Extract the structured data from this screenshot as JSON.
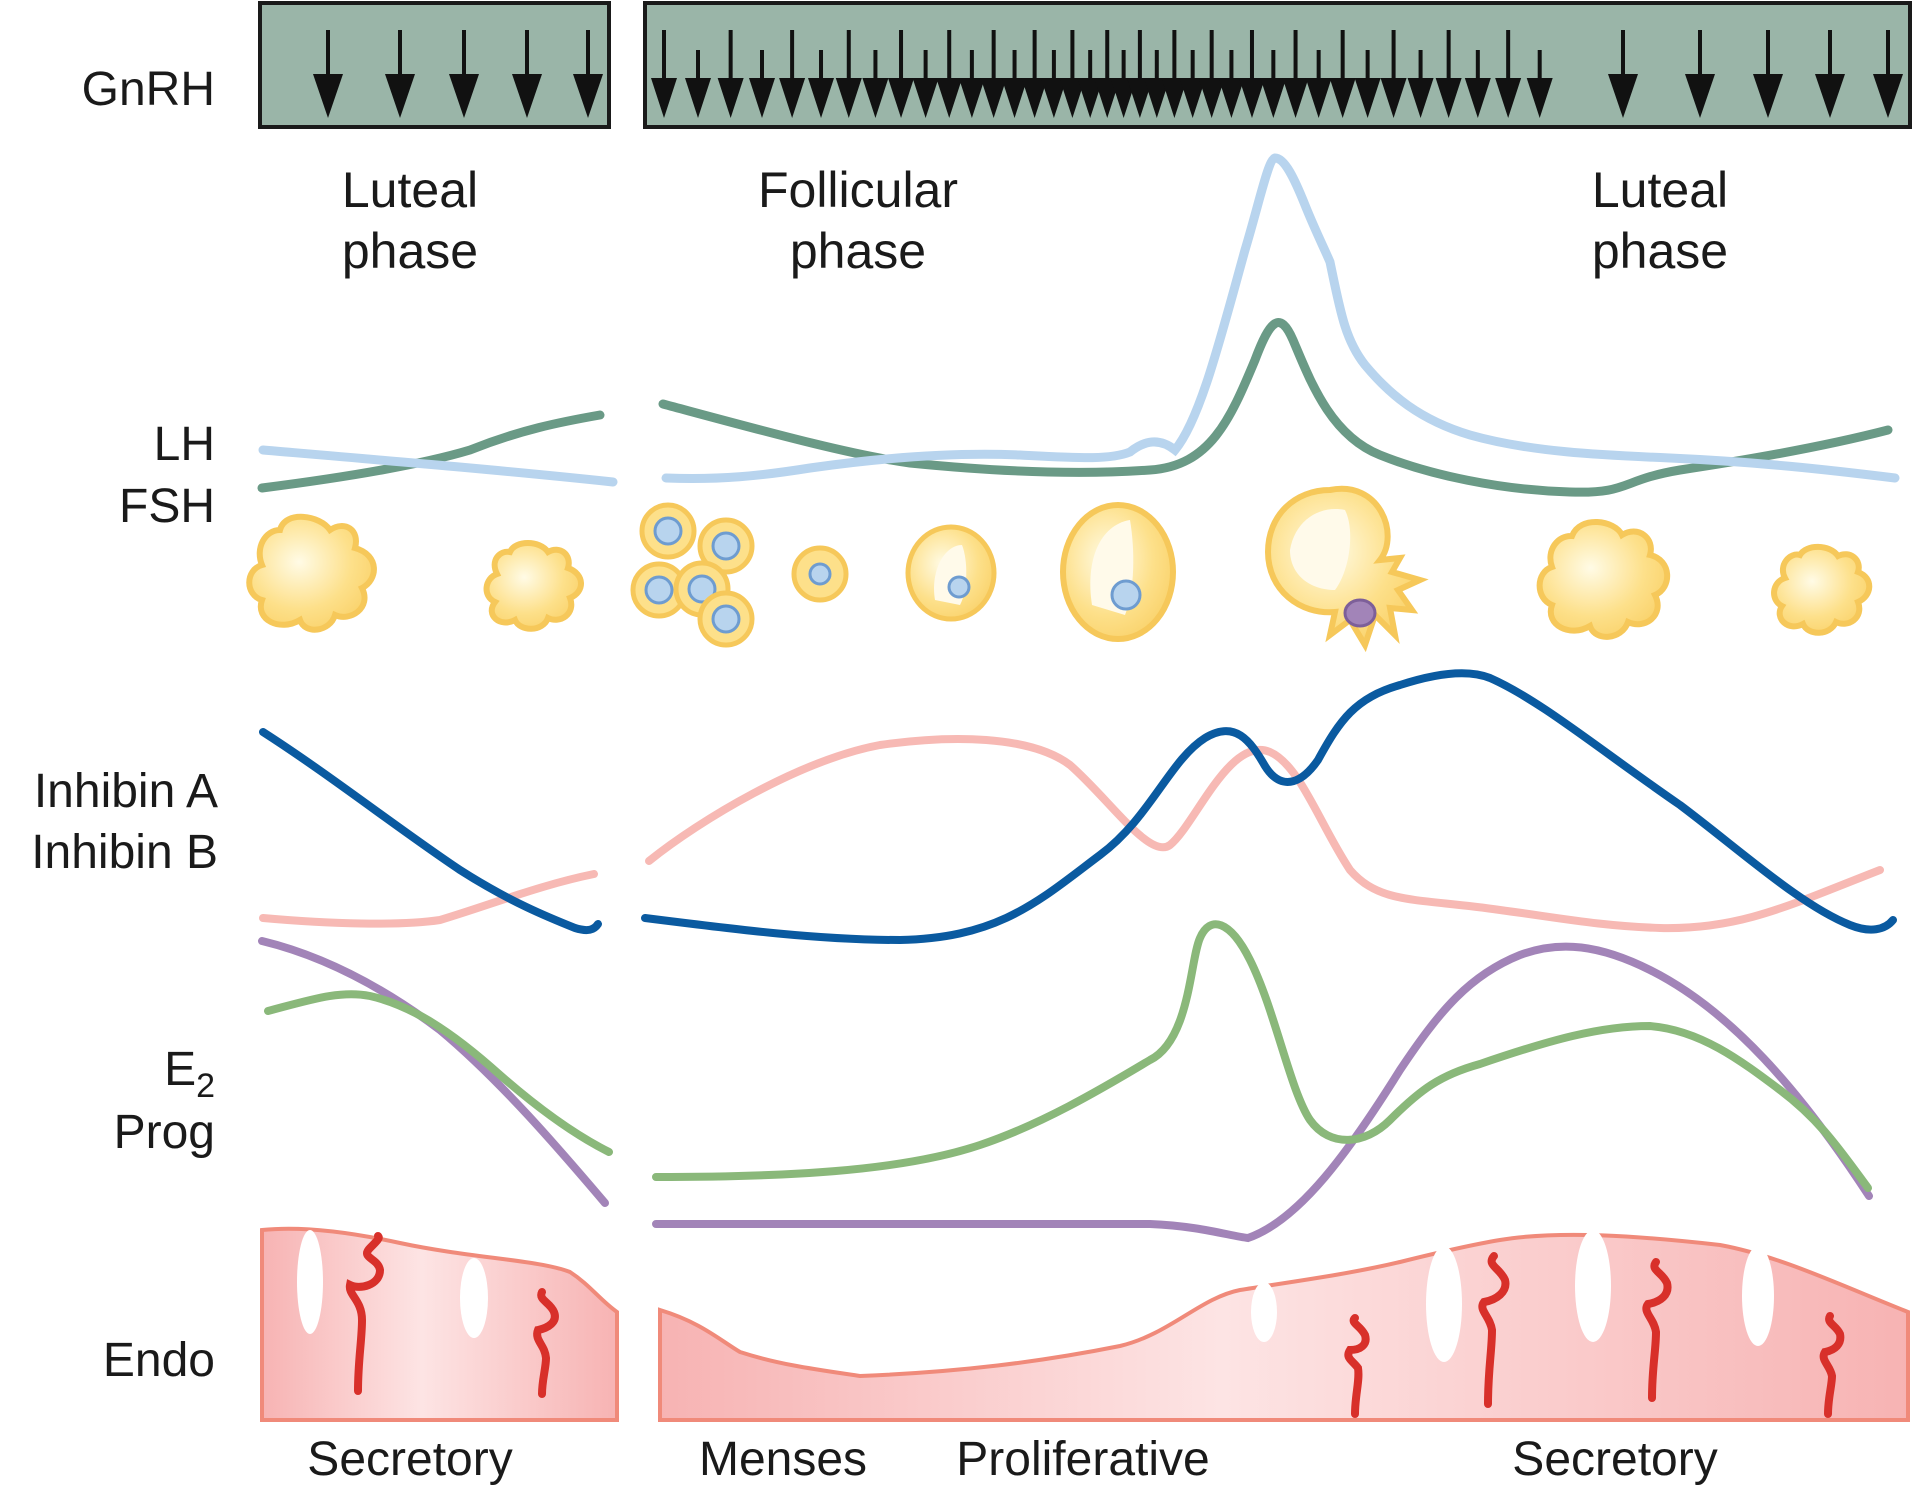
{
  "row_labels": {
    "gnrh": "GnRH",
    "lh": "LH",
    "fsh": "FSH",
    "inhibin_a": "Inhibin A",
    "inhibin_b": "Inhibin B",
    "e2_letter": "E",
    "e2_subscript": "2",
    "prog": "Prog",
    "endo": "Endo"
  },
  "phases": {
    "luteal_left": [
      "Luteal",
      "phase"
    ],
    "follicular": [
      "Follicular",
      "phase"
    ],
    "luteal_right": [
      "Luteal",
      "phase"
    ]
  },
  "endometrium_phases": {
    "secretory_left": "Secretory",
    "menses": "Menses",
    "proliferative": "Proliferative",
    "secretory_right": "Secretory"
  },
  "colors": {
    "gnrh_box": "#9ab5a8",
    "lh": "#b8d4ee",
    "fsh": "#6a9a86",
    "follicle_fill": "#fde08a",
    "follicle_edge": "#f6c85a",
    "oocyte": "#9fc1e6",
    "inhibin_a": "#0a5aa0",
    "inhibin_b": "#f7b9b4",
    "e2": "#8ab87a",
    "prog": "#a284b8",
    "endometrium_fill": "#f9c2c2",
    "endometrium_edge": "#f08a7a",
    "gland": "#d8302a"
  }
}
